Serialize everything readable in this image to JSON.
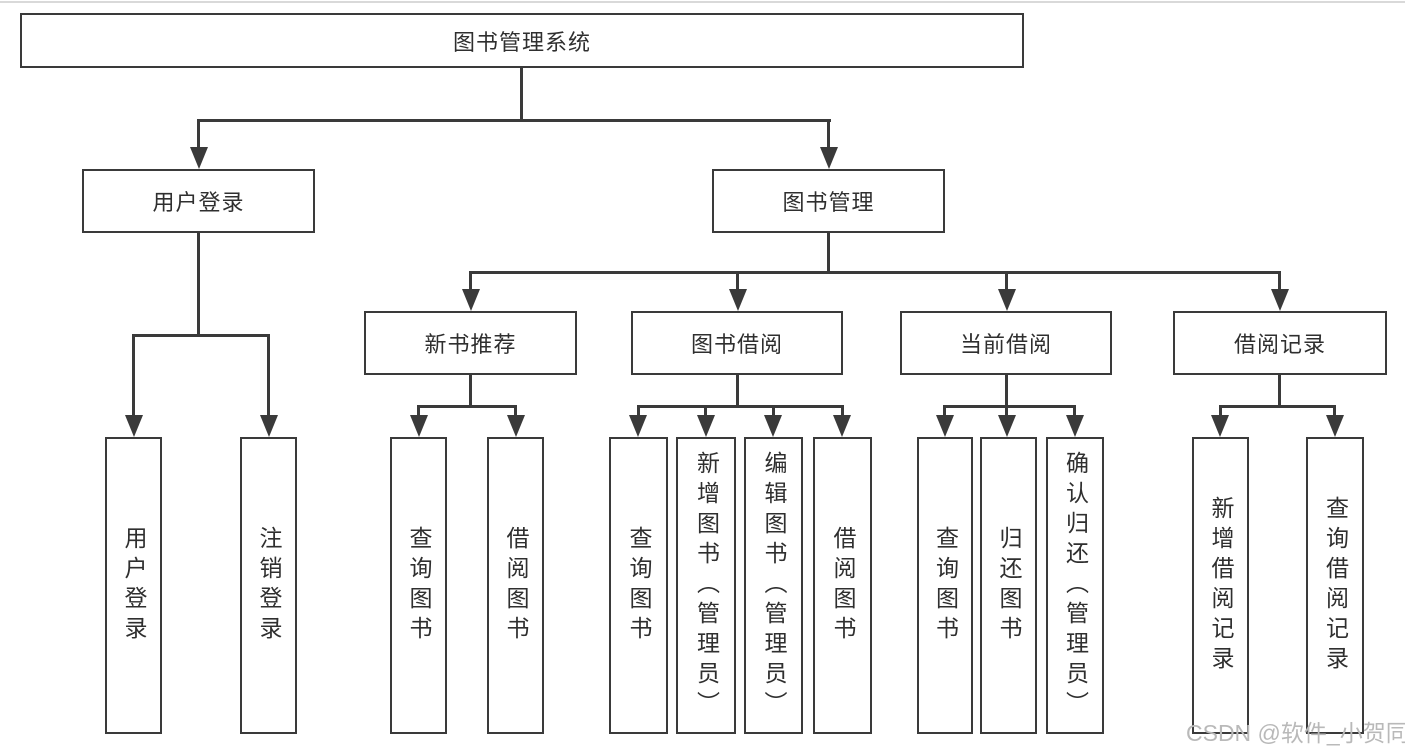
{
  "title": {
    "label": "图书管理系统"
  },
  "level2": [
    {
      "id": "user-login",
      "label": "用户登录"
    },
    {
      "id": "book-management",
      "label": "图书管理"
    }
  ],
  "level3": [
    {
      "id": "new-book-recommend",
      "parent": "图书管理",
      "label": "新书推荐"
    },
    {
      "id": "book-borrowing",
      "parent": "图书管理",
      "label": "图书借阅"
    },
    {
      "id": "current-borrowing",
      "parent": "图书管理",
      "label": "当前借阅"
    },
    {
      "id": "borrowing-records",
      "parent": "图书管理",
      "label": "借阅记录"
    }
  ],
  "leaves": [
    {
      "parent": "用户登录",
      "label": "用户登录"
    },
    {
      "parent": "用户登录",
      "label": "注销登录"
    },
    {
      "parent": "新书推荐",
      "label": "查询图书"
    },
    {
      "parent": "新书推荐",
      "label": "借阅图书"
    },
    {
      "parent": "图书借阅",
      "label": "查询图书"
    },
    {
      "parent": "图书借阅",
      "label": "新增图书（管理员）"
    },
    {
      "parent": "图书借阅",
      "label": "编辑图书（管理员）"
    },
    {
      "parent": "图书借阅",
      "label": "借阅图书"
    },
    {
      "parent": "当前借阅",
      "label": "查询图书"
    },
    {
      "parent": "当前借阅",
      "label": "归还图书"
    },
    {
      "parent": "当前借阅",
      "label": "确认归还（管理员）"
    },
    {
      "parent": "借阅记录",
      "label": "新增借阅记录"
    },
    {
      "parent": "借阅记录",
      "label": "查询借阅记录"
    }
  ],
  "watermark": {
    "text": "CSDN @软件_小贺同学"
  },
  "colors": {
    "line": "#3a3a3a",
    "text": "#2f2f2f",
    "box_background": "#ffffff",
    "page_background": "#ffffff",
    "watermark": "#b9b9b9",
    "top_rule": "#d9d9d9"
  }
}
